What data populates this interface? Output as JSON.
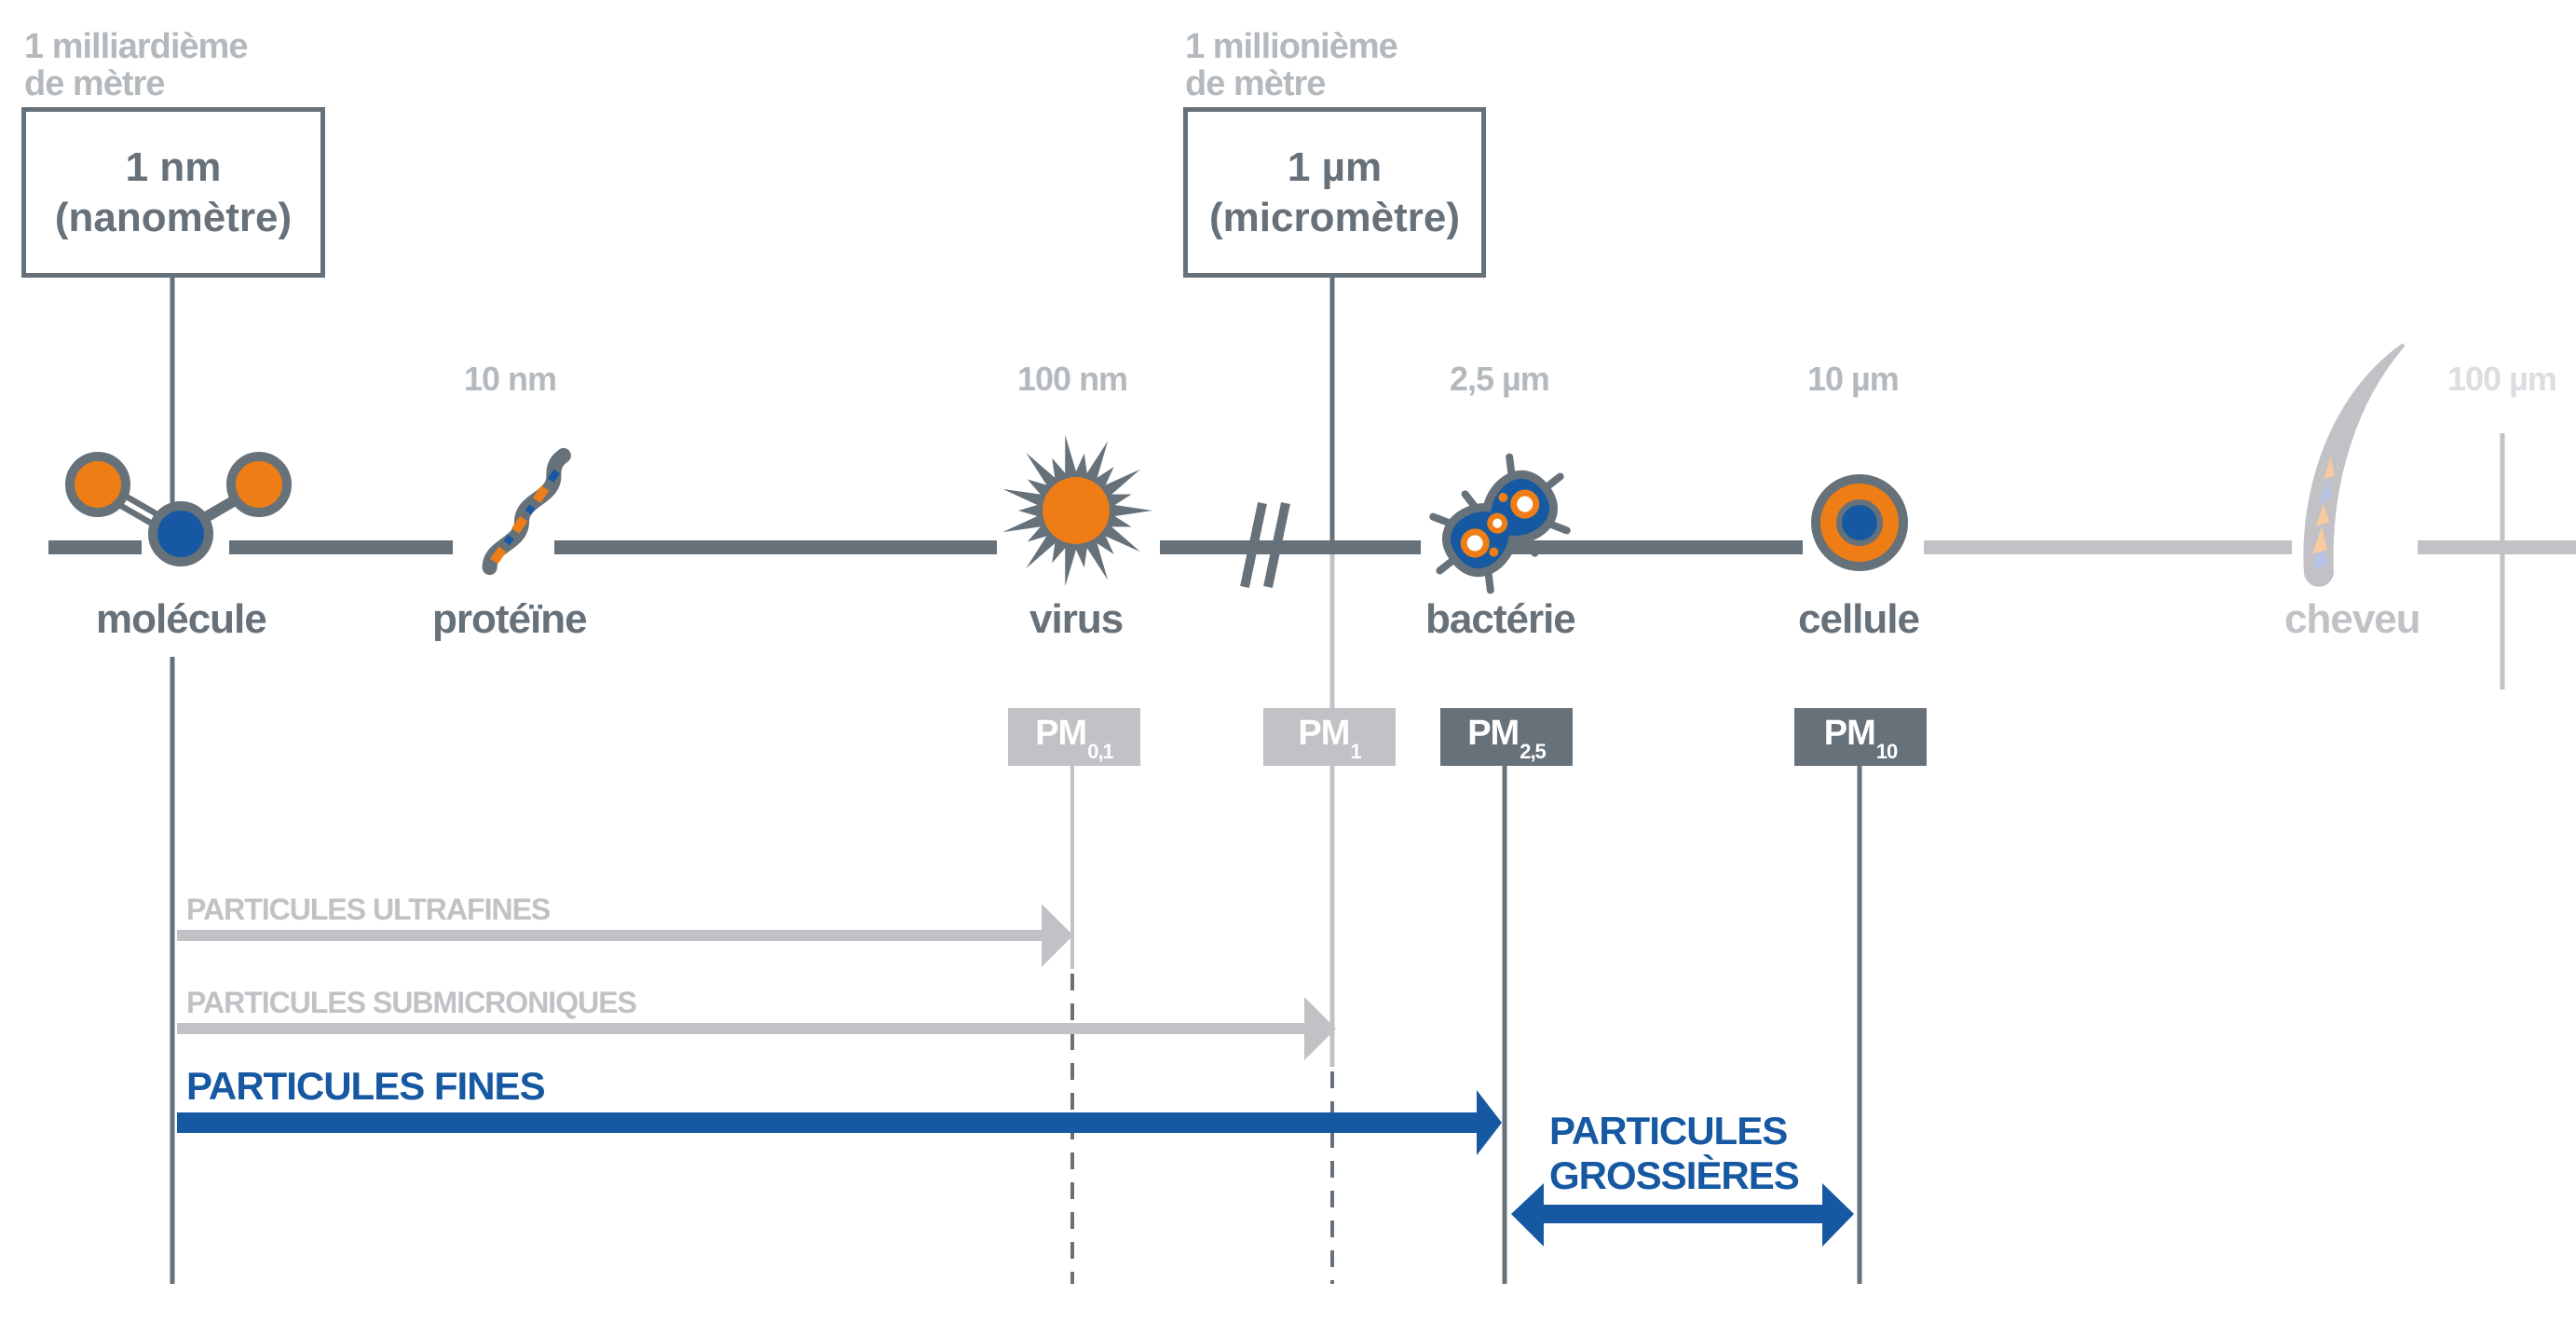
{
  "colors": {
    "dark_gray": "#67717a",
    "light_gray": "#c1c1c6",
    "caption_gray": "#b4b9bd",
    "faded_gray": "#dcdde0",
    "blue": "#1659a2",
    "orange": "#ee7d16"
  },
  "units": [
    {
      "caption_line1": "1 milliardième",
      "caption_line2": "de mètre",
      "symbol": "1 nm",
      "name": "(nanomètre)"
    },
    {
      "caption_line1": "1 millionième",
      "caption_line2": "de mètre",
      "symbol": "1 µm",
      "name": "(micromètre)"
    }
  ],
  "scale_ticks": [
    "10 nm",
    "100 nm",
    "2,5 µm",
    "10 µm",
    "100 µm"
  ],
  "objects": [
    {
      "label": "molécule",
      "icon": "molecule-icon"
    },
    {
      "label": "protéïne",
      "icon": "protein-icon"
    },
    {
      "label": "virus",
      "icon": "virus-icon"
    },
    {
      "label": "bactérie",
      "icon": "bacteria-icon"
    },
    {
      "label": "cellule",
      "icon": "cell-icon"
    },
    {
      "label": "cheveu",
      "icon": "hair-icon"
    }
  ],
  "pm_labels": [
    {
      "base": "PM",
      "sub": "0,1"
    },
    {
      "base": "PM",
      "sub": "1"
    },
    {
      "base": "PM",
      "sub": "2,5"
    },
    {
      "base": "PM",
      "sub": "10"
    }
  ],
  "ranges": {
    "ultrafine": "PARTICULES ULTRAFINES",
    "submicronic": "PARTICULES SUBMICRONIQUES",
    "fine": "PARTICULES FINES",
    "coarse_line1": "PARTICULES",
    "coarse_line2": "GROSSIÈRES"
  }
}
